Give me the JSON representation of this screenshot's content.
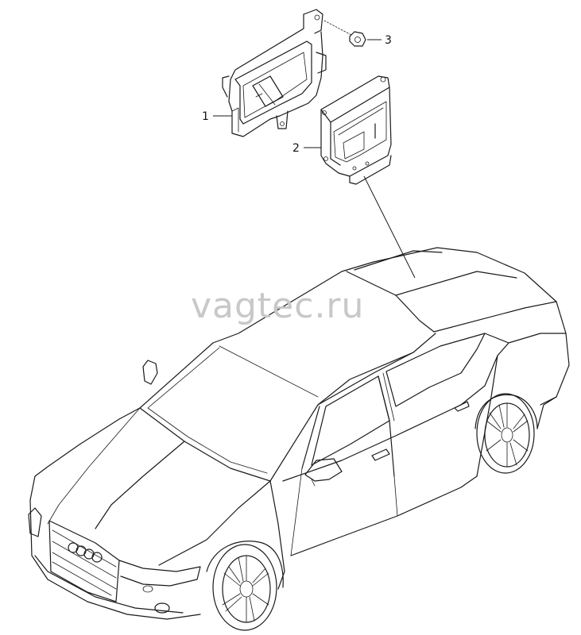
{
  "watermark": "vagtec.ru",
  "callouts": [
    {
      "id": "1",
      "label": "1"
    },
    {
      "id": "2",
      "label": "2"
    },
    {
      "id": "3",
      "label": "3"
    }
  ]
}
